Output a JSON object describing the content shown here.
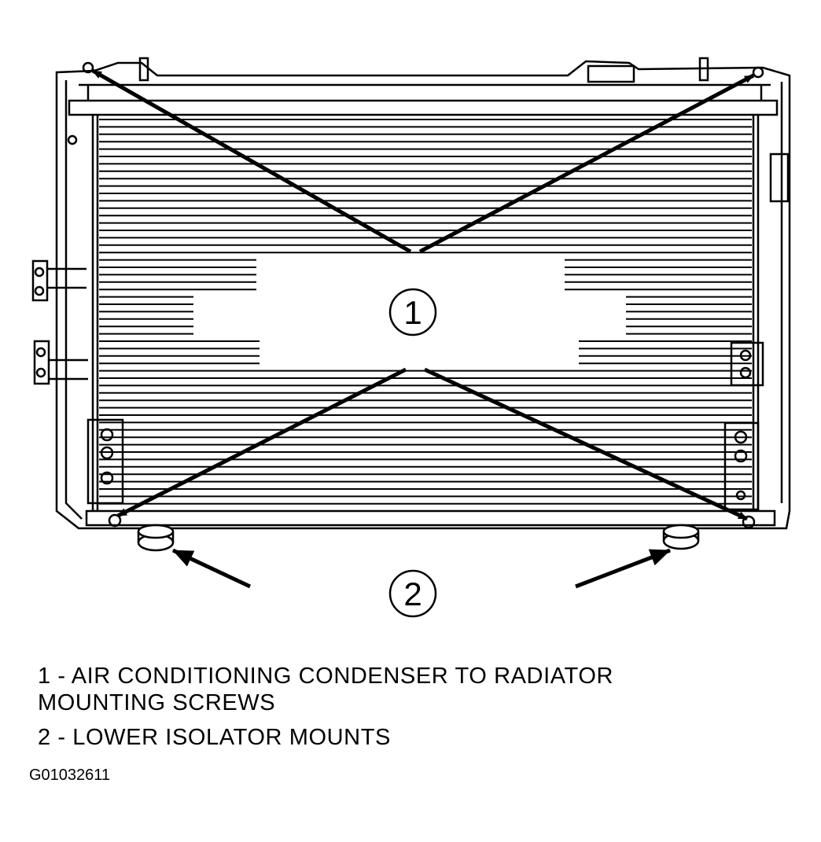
{
  "callouts": [
    {
      "number": "1"
    },
    {
      "number": "2"
    }
  ],
  "legend": [
    {
      "line1": "1 - AIR CONDITIONING CONDENSER TO RADIATOR",
      "line2": "MOUNTING SCREWS"
    },
    {
      "line1": "2 - LOWER ISOLATOR MOUNTS"
    }
  ],
  "figure_id": "G01032611"
}
